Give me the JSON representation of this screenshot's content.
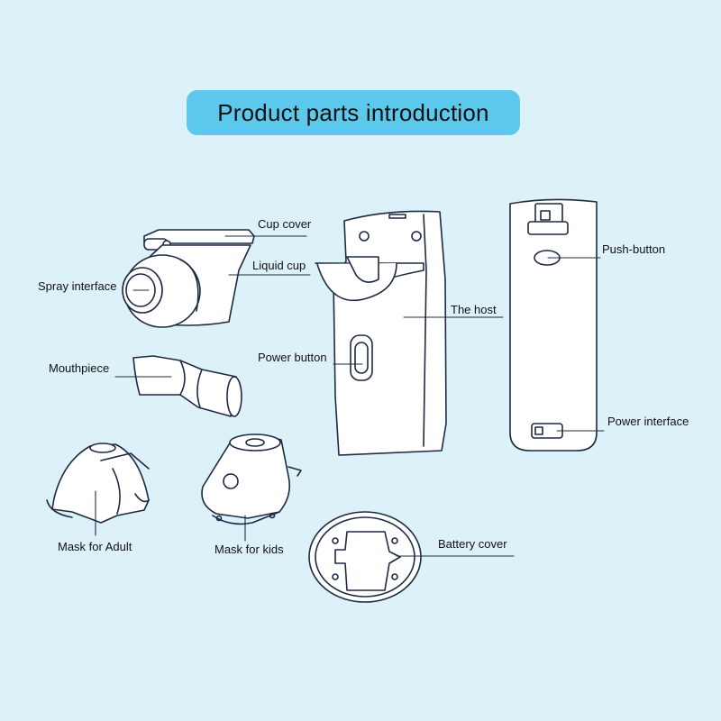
{
  "title": "Product parts introduction",
  "colors": {
    "background": "#ddf1f9",
    "title_pill": "#5cc8ec",
    "line_art": "#1e2a44"
  },
  "labels": {
    "cup_cover": "Cup cover",
    "liquid_cup": "Liquid cup",
    "spray_interface": "Spray interface",
    "mouthpiece": "Mouthpiece",
    "mask_adult": "Mask for Adult",
    "mask_kids": "Mask for kids",
    "power_button": "Power button",
    "the_host": "The host",
    "push_button": "Push-button",
    "power_interface": "Power interface",
    "battery_cover": "Battery cover"
  }
}
